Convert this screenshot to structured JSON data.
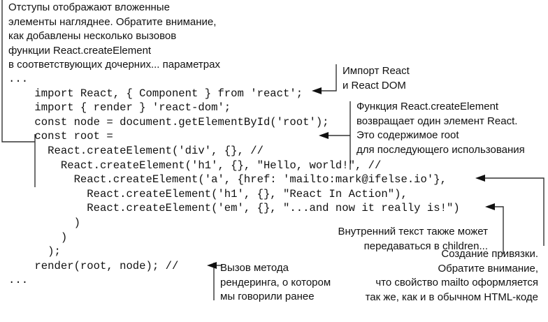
{
  "code_lines": [
    "...",
    "    import React, { Component } from 'react';",
    "    import { render } 'react-dom';",
    "    const node = document.getElementById('root');",
    "    const root =",
    "      React.createElement('div', {}, //",
    "        React.createElement('h1', {}, \"Hello, world!\", //",
    "          React.createElement('a', {href: 'mailto:mark@ifelse.io'},",
    "            React.createElement('h1', {}, \"React In Action\"),",
    "            React.createElement('em', {}, \"...and now it really is!\")",
    "          )",
    "        )",
    "      );",
    "    render(root, node); //",
    "..."
  ],
  "annotations": {
    "indent": [
      "Отступы отображают вложенные",
      "элементы нагляднее. Обратите внимание,",
      "как добавлены несколько вызовов",
      "функции React.createElement",
      "в соответствующих дочерних... параметрах"
    ],
    "import": [
      "Импорт React",
      "и React DOM"
    ],
    "create_element": [
      "Функция React.createElement",
      "возвращает один элемент React.",
      "Это содержимое root",
      "для последующего использования"
    ],
    "inner_text": [
      "Внутренний текст также может",
      "передаваться в children..."
    ],
    "render_call": [
      "Вызов метода",
      "рендеринга, о котором",
      "мы говорили ранее"
    ],
    "link": [
      "Создание привязки.",
      "Обратите внимание,",
      "что свойство mailto оформляется",
      "так же, как и в обычном HTML-коде"
    ]
  }
}
